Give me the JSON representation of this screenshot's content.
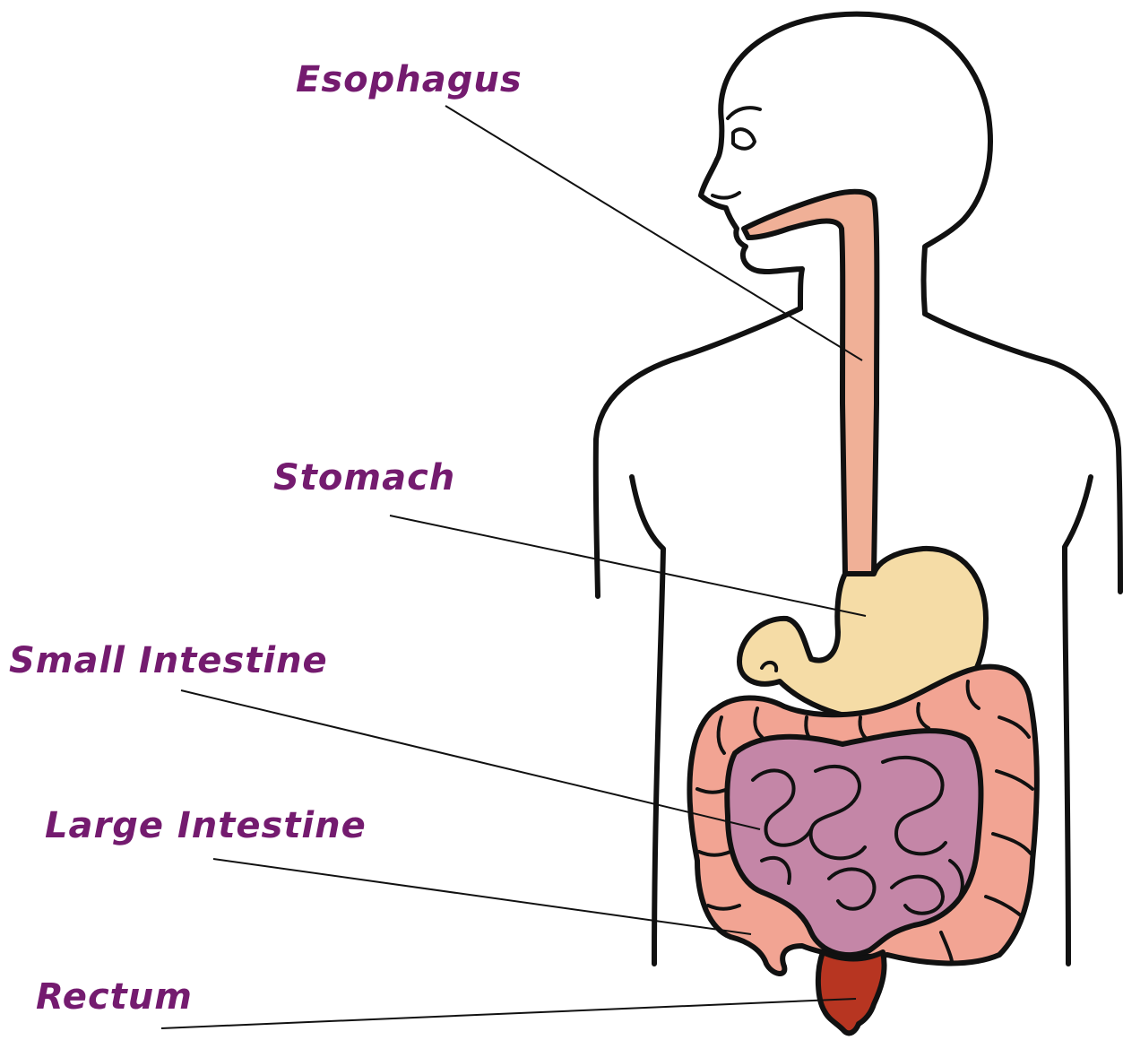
{
  "diagram": {
    "labels": {
      "esophagus": "Esophagus",
      "stomach": "Stomach",
      "small_intestine": "Small Intestine",
      "large_intestine": "Large Intestine",
      "rectum": "Rectum"
    }
  },
  "colors": {
    "label_text": "#741b6f",
    "esophagus_fill": "#f0b097",
    "stomach_fill": "#f5dca6",
    "small_intestine_fill": "#c486a7",
    "large_intestine_fill": "#f2a493",
    "rectum_fill": "#b73521",
    "outline": "#111111"
  }
}
